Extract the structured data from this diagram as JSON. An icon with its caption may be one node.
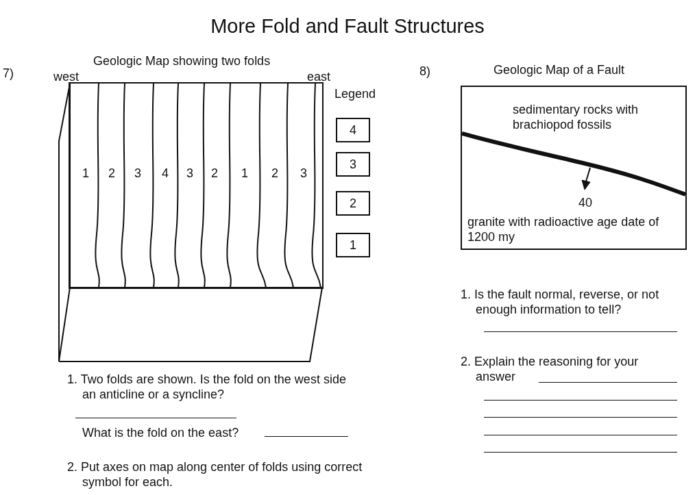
{
  "diagram": {
    "title": "More Fold and Fault Structures",
    "nodes": [
      {
        "text": [
          "1",
          "2",
          "3",
          "4",
          "3",
          "2",
          "1",
          "2",
          "3"
        ]
      },
      {
        "text": [
          "4"
        ]
      },
      {
        "text": [
          "3"
        ]
      },
      {
        "text": [
          "2"
        ]
      },
      {
        "text": [
          "1"
        ]
      },
      {
        "text": [
          "sedimentary rocks with brachiopod fossils",
          "40",
          "granite with radioactive age date of 1200 my"
        ]
      }
    ],
    "edges": [],
    "labels": [
      "7)",
      "Geologic Map showing two folds",
      "west",
      "east",
      "Legend",
      "8)",
      "Geologic Map of a Fault",
      "1. Two folds are shown. Is the fold on the west side an anticline or a syncline?",
      "What is the fold on the east?",
      "2. Put axes on map along center of folds using correct symbol for each.",
      "1. Is the fault normal, reverse, or not enough information to tell?",
      "2. Explain the reasoning for your answer"
    ]
  }
}
